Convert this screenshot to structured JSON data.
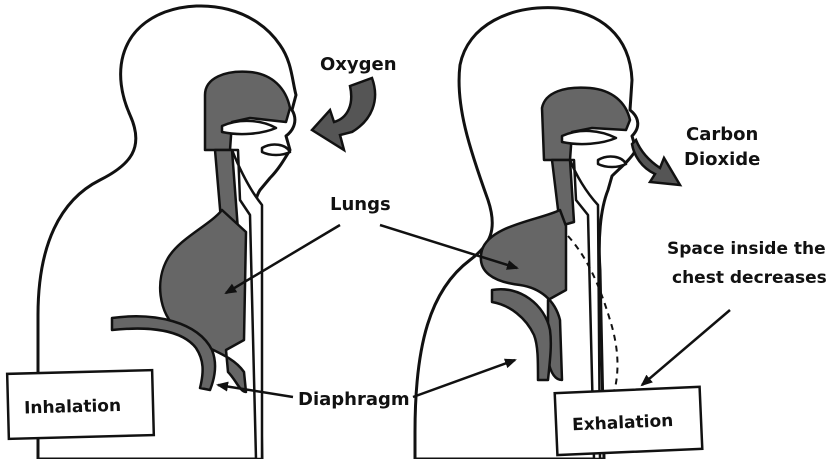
{
  "labels": {
    "oxygen": "Oxygen",
    "carbon_line1": "Carbon",
    "carbon_line2": "Dioxide",
    "lungs": "Lungs",
    "space_line1": "Space inside the",
    "space_line2": "chest decreases",
    "diaphragm": "Diaphragm",
    "inhalation": "Inhalation",
    "exhalation": "Exhalation"
  },
  "colors": {
    "organ_fill": "#666666",
    "outline": "#111111",
    "background": "#ffffff"
  }
}
